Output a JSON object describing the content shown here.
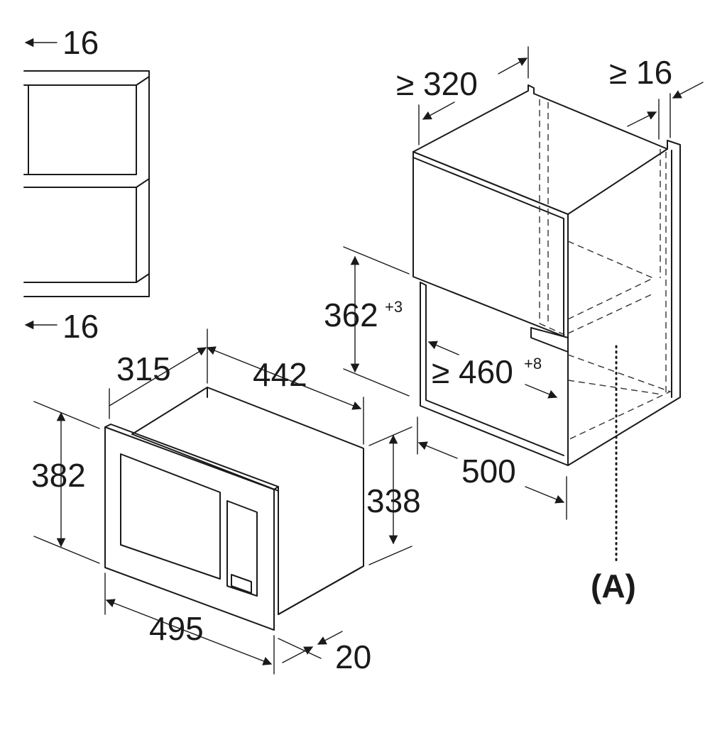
{
  "diagram": {
    "top_left_gap_top": "16",
    "top_left_gap_bottom": "16",
    "microwave": {
      "depth": "315",
      "cabinet_depth": "442",
      "height_outer": "382",
      "height_inner": "338",
      "width": "495",
      "front_offset": "20"
    },
    "cabinet": {
      "depth_min": "≥ 320",
      "side_gap_min": "≥ 16",
      "opening_height": "362",
      "opening_height_tol": "+3",
      "opening_width": "≥ 460",
      "opening_width_tol": "+8",
      "width": "500",
      "marker": "(A)"
    }
  }
}
